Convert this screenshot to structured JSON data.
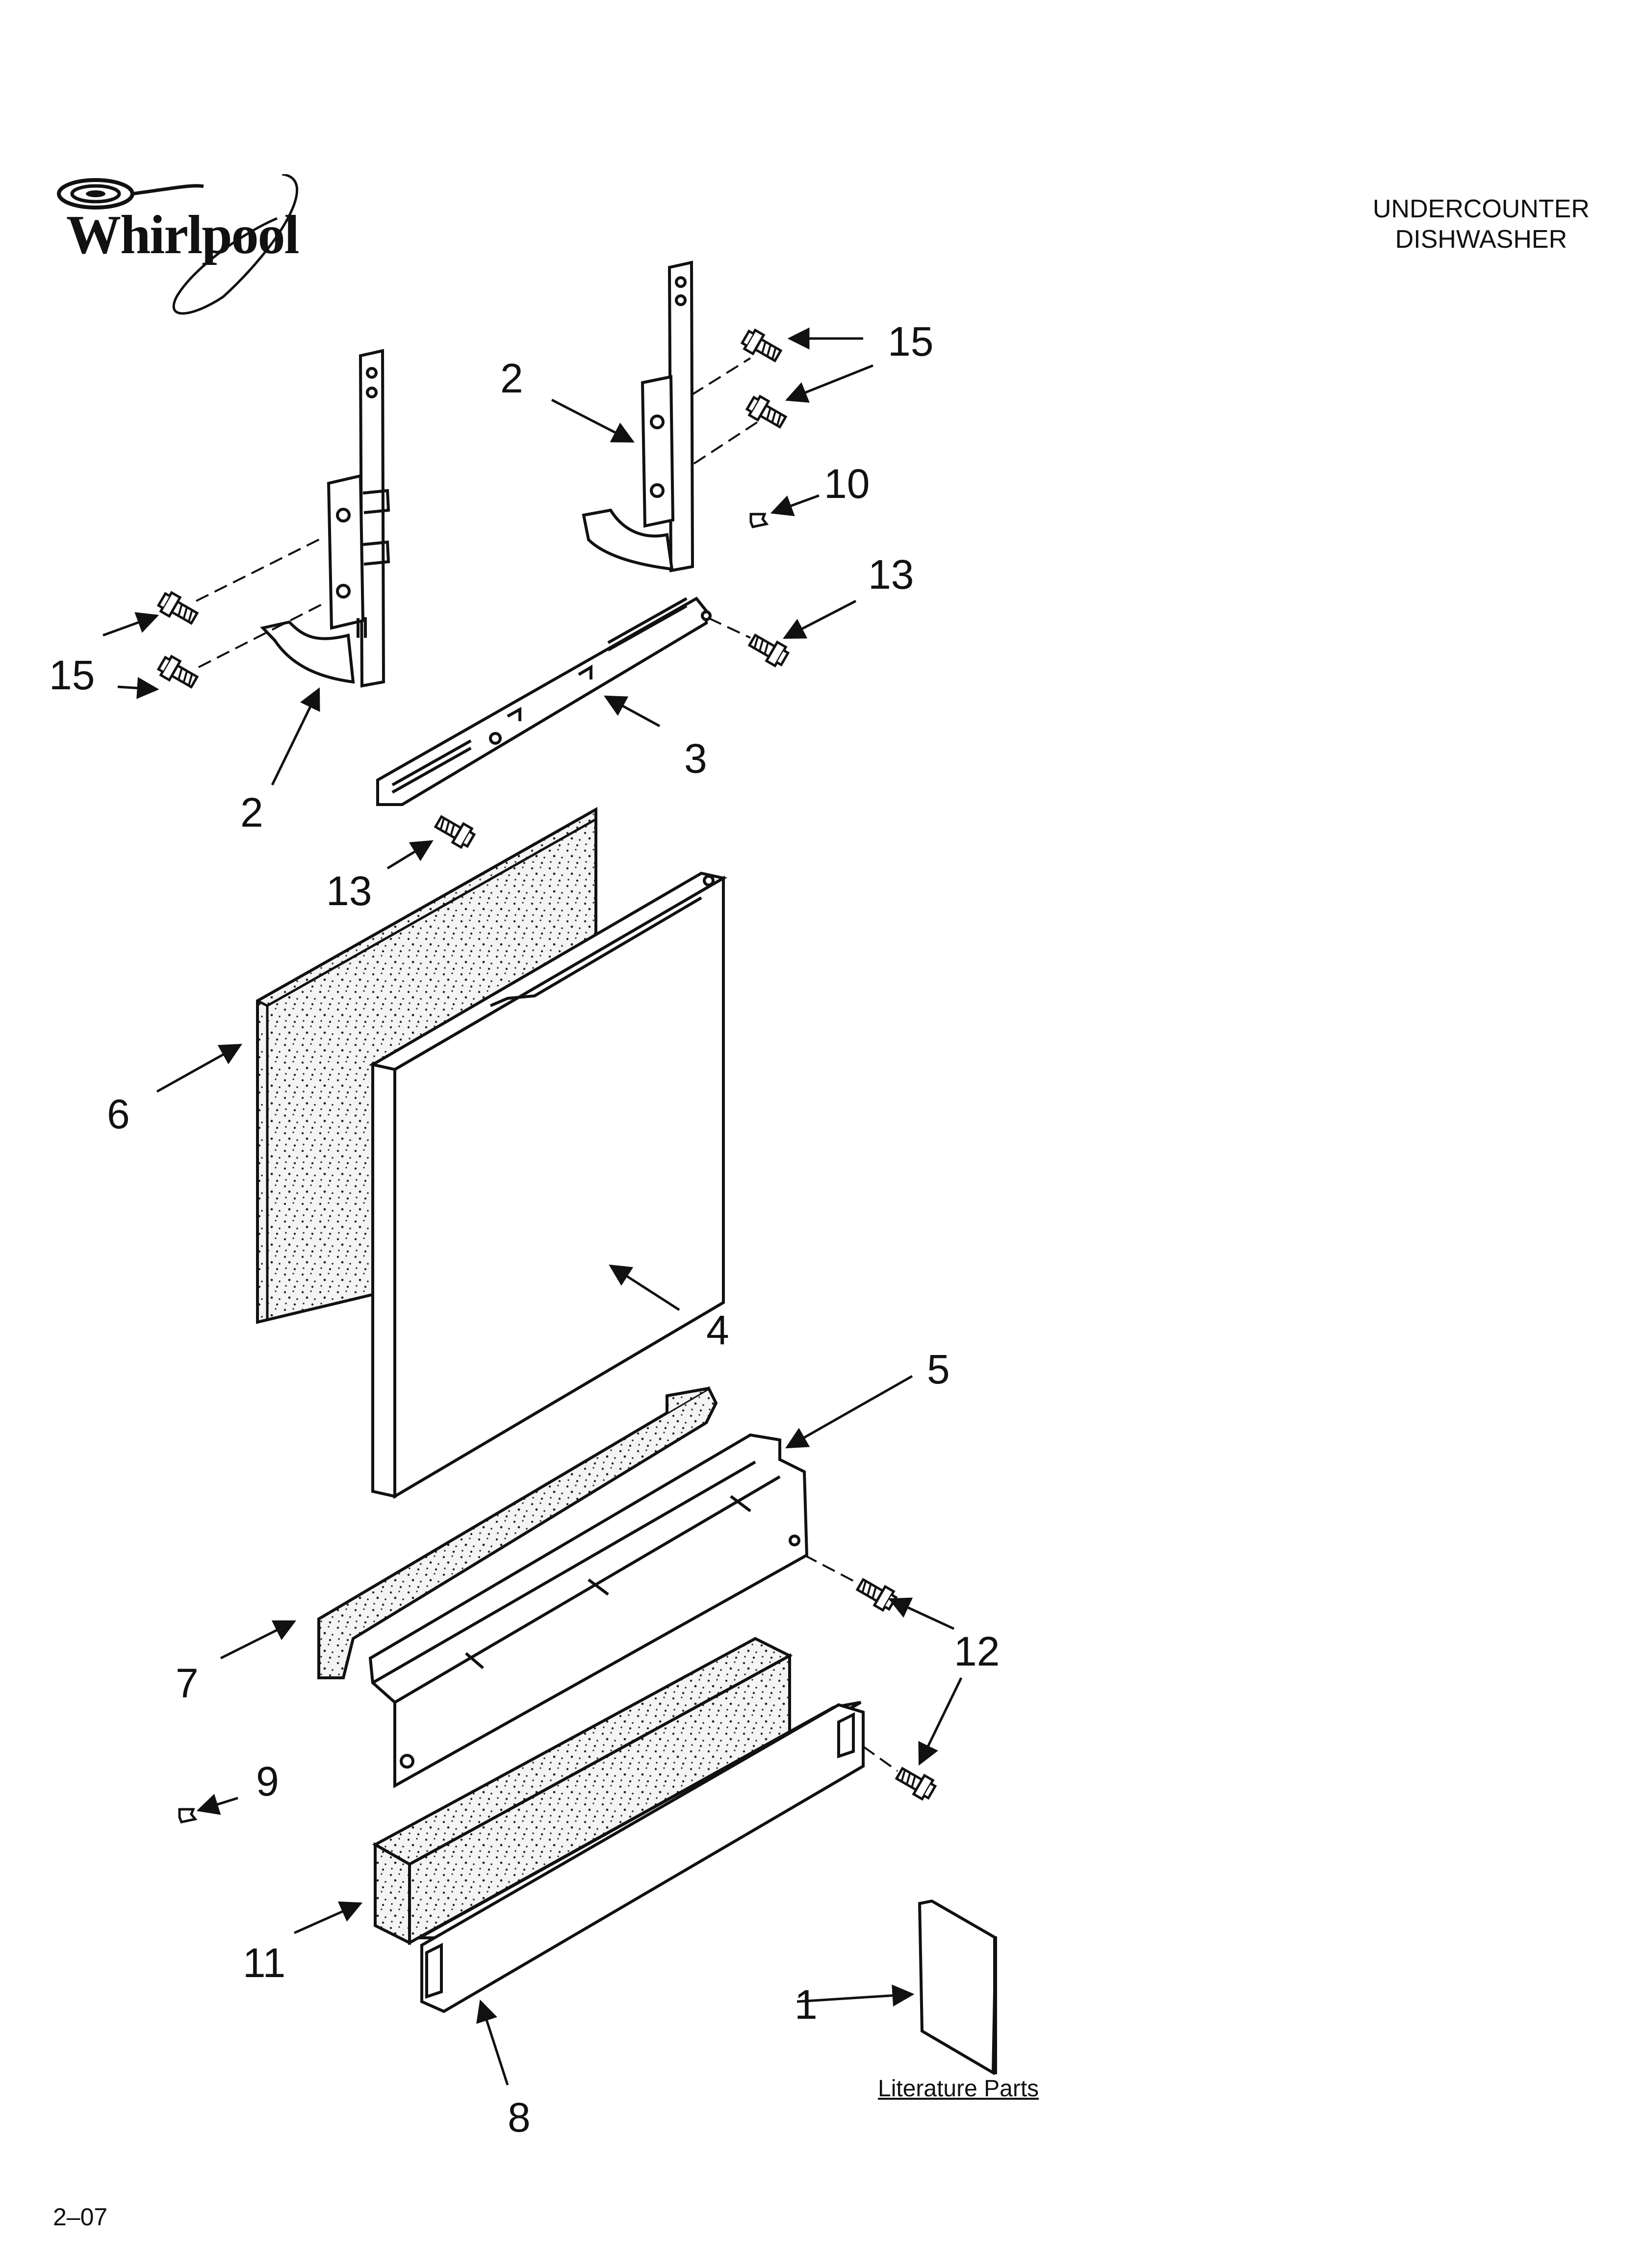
{
  "brand": {
    "name": "Whirlpool"
  },
  "header": {
    "line1": "UNDERCOUNTER",
    "line2": "DISHWASHER"
  },
  "callouts": [
    {
      "label": "15"
    },
    {
      "label": "2"
    },
    {
      "label": "10"
    },
    {
      "label": "13"
    },
    {
      "label": "15"
    },
    {
      "label": "2"
    },
    {
      "label": "3"
    },
    {
      "label": "13"
    },
    {
      "label": "6"
    },
    {
      "label": "4"
    },
    {
      "label": "5"
    },
    {
      "label": "7"
    },
    {
      "label": "12"
    },
    {
      "label": "9"
    },
    {
      "label": "11"
    },
    {
      "label": "1"
    },
    {
      "label": "8"
    }
  ],
  "literature": {
    "caption": "Literature Parts"
  },
  "footer": {
    "page": "2–07"
  },
  "icons": {
    "logo": "whirlpool-swirl-logo",
    "screw": "screw-icon",
    "clip": "clip-icon",
    "arrow": "callout-arrow-icon"
  }
}
